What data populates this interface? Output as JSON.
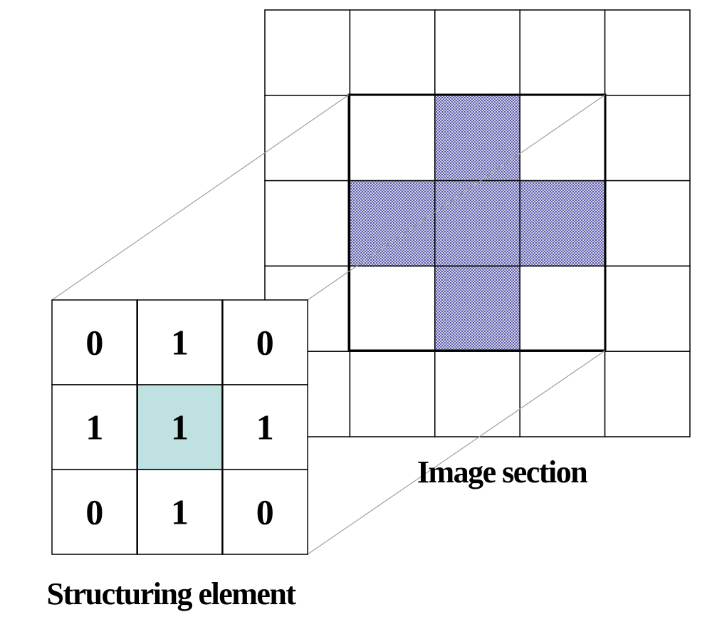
{
  "image_section": {
    "label": "Image section",
    "rows": 5,
    "cols": 5,
    "highlighted_cells": [
      [
        1,
        2
      ],
      [
        2,
        1
      ],
      [
        2,
        2
      ],
      [
        2,
        3
      ],
      [
        3,
        2
      ]
    ],
    "fill_color": "#8d8cc4"
  },
  "structuring_element": {
    "label": "Structuring element",
    "values": [
      [
        "0",
        "1",
        "0"
      ],
      [
        "1",
        "1",
        "1"
      ],
      [
        "0",
        "1",
        "0"
      ]
    ],
    "origin_cell": [
      1,
      1
    ],
    "origin_color": "#bfe1e2"
  }
}
